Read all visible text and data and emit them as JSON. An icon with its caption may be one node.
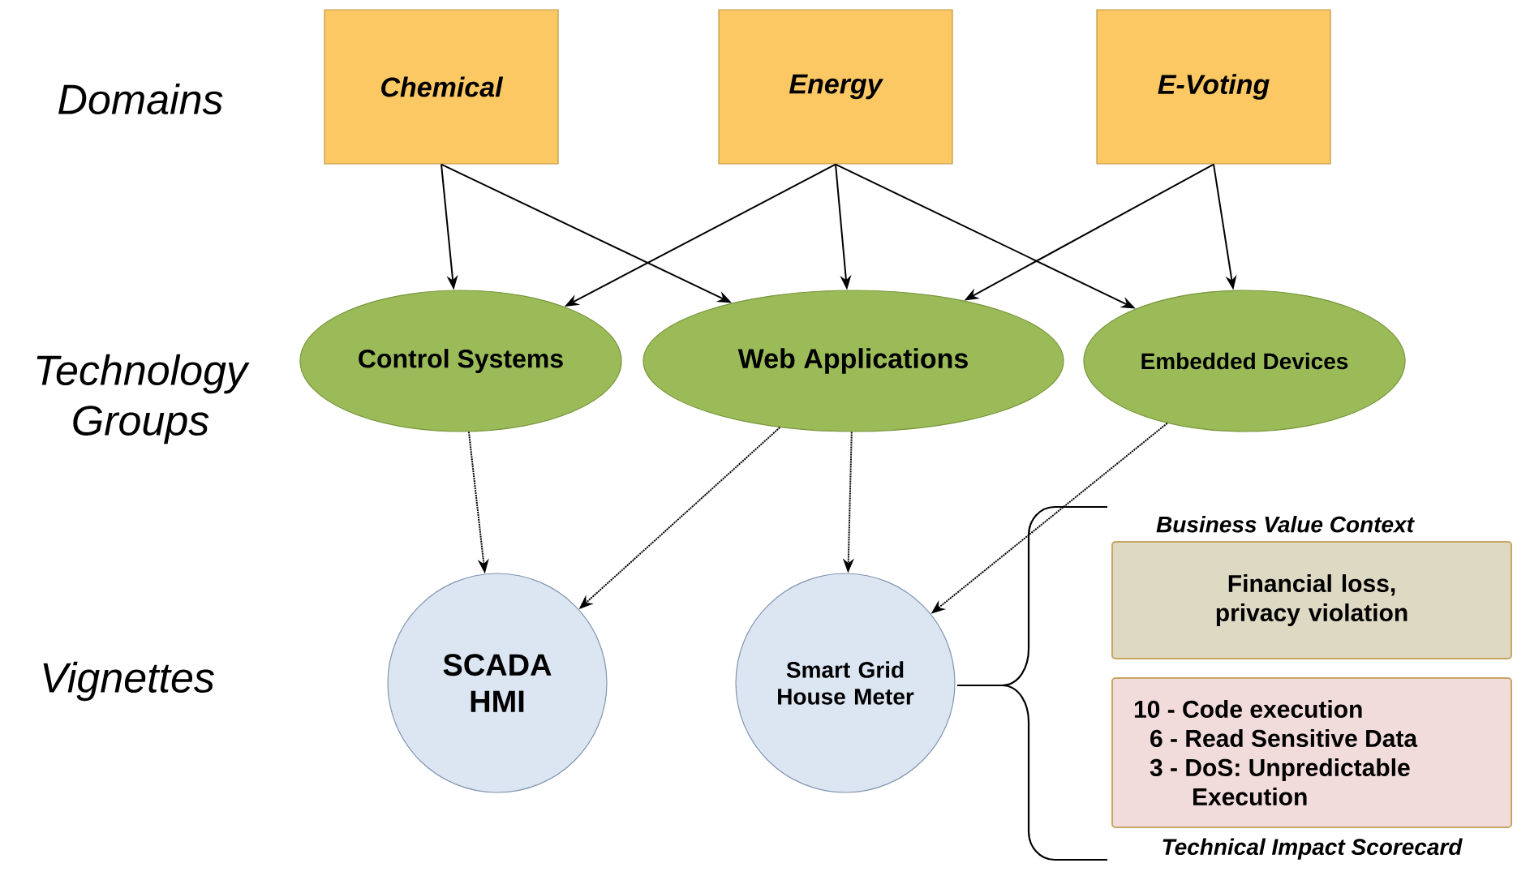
{
  "diagram": {
    "nodes": [
      {
        "text": [
          "Chemical"
        ]
      },
      {
        "text": [
          "Energy"
        ]
      },
      {
        "text": [
          "E-Voting"
        ]
      },
      {
        "text": [
          "Control Systems"
        ]
      },
      {
        "text": [
          "Web Applications"
        ]
      },
      {
        "text": [
          "Embedded Devices"
        ]
      },
      {
        "text": [
          "SCADA HMI"
        ]
      },
      {
        "text": [
          "Smart Grid House Meter"
        ]
      },
      {
        "text": [
          "Business Value Context",
          "Financial loss, privacy violation"
        ]
      },
      {
        "text": [
          "10 - Code execution",
          "6 - Read Sensitive Data",
          "3 - DoS: Unpredictable Execution",
          "Technical Impact Scorecard"
        ]
      }
    ],
    "edges": [
      {
        "from": 0,
        "to": 3,
        "arrow": "to"
      },
      {
        "from": 0,
        "to": 4,
        "arrow": "to"
      },
      {
        "from": 1,
        "to": 3,
        "arrow": "to"
      },
      {
        "from": 1,
        "to": 4,
        "arrow": "to"
      },
      {
        "from": 1,
        "to": 5,
        "arrow": "to"
      },
      {
        "from": 2,
        "to": 4,
        "arrow": "to"
      },
      {
        "from": 2,
        "to": 5,
        "arrow": "to"
      },
      {
        "from": 3,
        "to": 6,
        "arrow": "to",
        "style": "dashed"
      },
      {
        "from": 4,
        "to": 6,
        "arrow": "to",
        "style": "dashed"
      },
      {
        "from": 4,
        "to": 7,
        "arrow": "to",
        "style": "dashed"
      },
      {
        "from": 5,
        "to": 7,
        "arrow": "to",
        "style": "dashed"
      }
    ],
    "labels": [
      "Domains",
      "Technology Groups",
      "Vignettes"
    ]
  }
}
